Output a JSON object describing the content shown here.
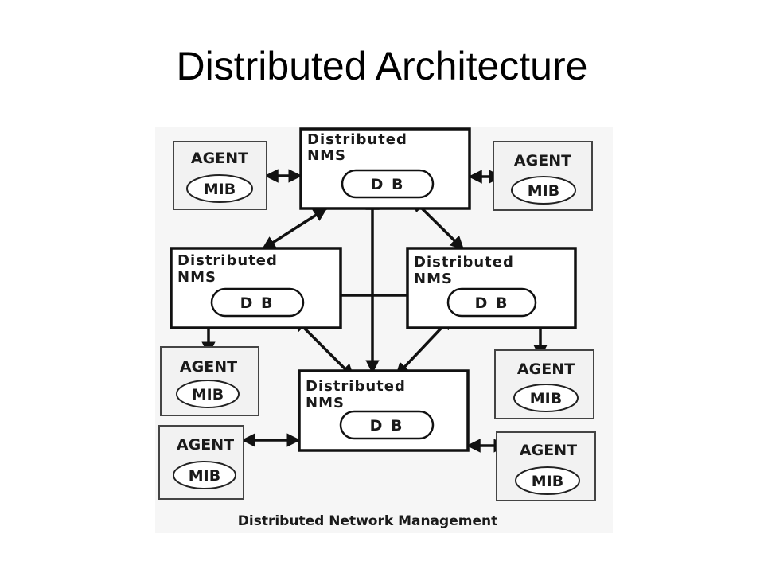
{
  "title": "Distributed Architecture",
  "diagram": {
    "nms": [
      {
        "id": "nms-top",
        "line1": "Distributed",
        "line2": "NMS",
        "db": "D B"
      },
      {
        "id": "nms-left",
        "line1": "Distributed",
        "line2": "NMS",
        "db": "D B"
      },
      {
        "id": "nms-right",
        "line1": "Distributed",
        "line2": "NMS",
        "db": "D B"
      },
      {
        "id": "nms-bottom",
        "line1": "Distributed",
        "line2": "NMS",
        "db": "D B"
      }
    ],
    "agents": [
      {
        "id": "agent-top-left",
        "label": "AGENT",
        "mib": "MIB"
      },
      {
        "id": "agent-top-right",
        "label": "AGENT",
        "mib": "MIB"
      },
      {
        "id": "agent-mid-left",
        "label": "AGENT",
        "mib": "MIB"
      },
      {
        "id": "agent-mid-right",
        "label": "AGENT",
        "mib": "MIB"
      },
      {
        "id": "agent-bottom-left",
        "label": "AGENT",
        "mib": "MIB"
      },
      {
        "id": "agent-bottom-right",
        "label": "AGENT",
        "mib": "MIB"
      }
    ],
    "caption": "Distributed Network Management"
  }
}
